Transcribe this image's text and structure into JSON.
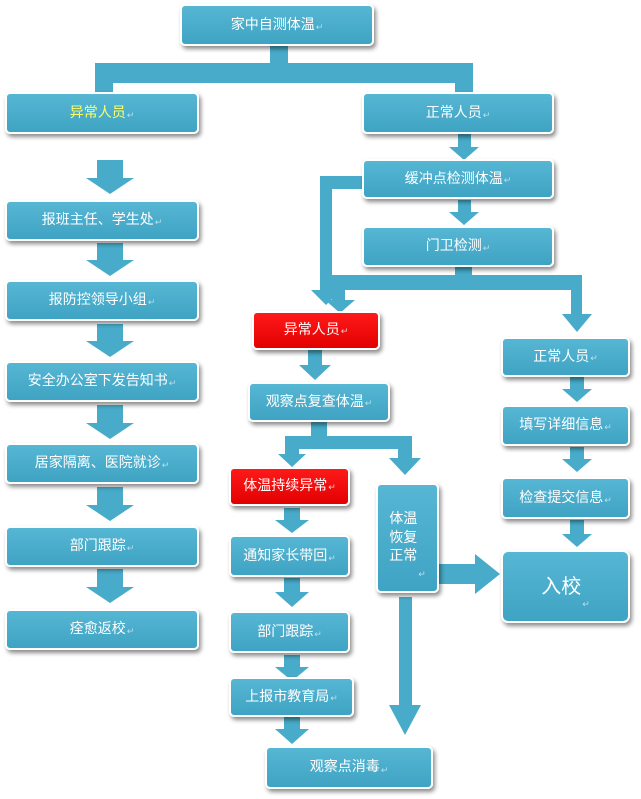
{
  "colors": {
    "box_fill": "#4aacca",
    "alert_fill": "#f00000",
    "arrow": "#48abc9",
    "box_text": "#ffffff",
    "highlight_text": "#ffff66"
  },
  "nodes": {
    "start": "家中自测体温",
    "abnormal_left": "异常人员",
    "normal_top": "正常人员",
    "report_teacher": "报班主任、学生处",
    "report_group": "报防控领导小组",
    "safety_office": "安全办公室下发告知书",
    "home_isolation": "居家隔离、医院就诊",
    "dept_track_left": "部门跟踪",
    "recover_return": "痊愈返校",
    "buffer_check": "缓冲点检测体温",
    "gate_check": "门卫检测",
    "abnormal_mid": "异常人员",
    "observe_recheck": "观察点复查体温",
    "persistent_abnormal": "体温持续异常",
    "notify_parents": "通知家长带回",
    "dept_track_mid": "部门跟踪",
    "report_edu_bureau": "上报市教育局",
    "disinfect": "观察点消毒",
    "temp_recover": "体温\n恢复\n正常",
    "normal_right": "正常人员",
    "fill_info": "填写详细信息",
    "check_submit": "检查提交信息",
    "enter_school": "入校"
  },
  "paragraph_mark": "↵"
}
